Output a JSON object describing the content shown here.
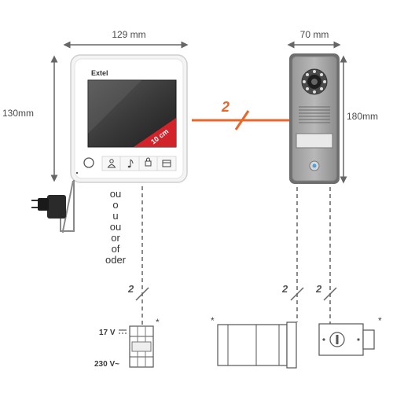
{
  "dimensions": {
    "monitor_width": "129 mm",
    "monitor_height": "130mm",
    "panel_width": "70 mm",
    "panel_height": "180mm"
  },
  "monitor": {
    "brand": "Extel",
    "screen_size": "10 cm",
    "button_icons": [
      "person-icon",
      "music-note-icon",
      "lock-icon",
      "card-icon"
    ]
  },
  "wiring": {
    "main_cable_count": "2",
    "lower_cable_count": "2",
    "gate_cable_count": "2",
    "lock_cable_count": "2",
    "cable_color": "#e8672a"
  },
  "alternatives": [
    "ou",
    "o",
    "u",
    "ou",
    "or",
    "of",
    "oder"
  ],
  "power_supply": {
    "voltage_dc": "17 V",
    "voltage_ac": "230 V~",
    "asterisk": "*"
  },
  "gate": {
    "asterisk": "*"
  },
  "lock": {
    "asterisk": "*"
  }
}
